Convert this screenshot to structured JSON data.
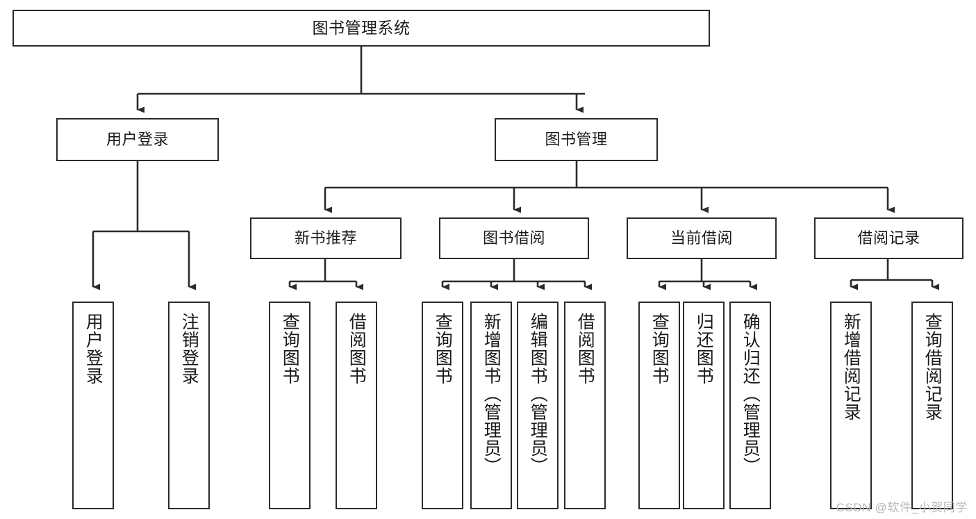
{
  "diagram": {
    "title": "图书管理系统",
    "watermark": "CSDN @软件_小贺同学",
    "line_color": "#2b2b2b",
    "box_fill": "#ffffff",
    "text_color": "#1a1a1a",
    "watermark_color": "#b9b9b9"
  },
  "nodes": {
    "root": {
      "label": "图书管理系统"
    },
    "level2": [
      {
        "label": "用户登录"
      },
      {
        "label": "图书管理"
      }
    ],
    "level3": [
      {
        "label": "新书推荐"
      },
      {
        "label": "图书借阅"
      },
      {
        "label": "当前借阅"
      },
      {
        "label": "借阅记录"
      }
    ],
    "leaves": {
      "user_login": [
        {
          "label": "用户登录"
        },
        {
          "label": "注销登录"
        }
      ],
      "new_book": [
        {
          "label": "查询图书"
        },
        {
          "label": "借阅图书"
        }
      ],
      "book_borrow": [
        {
          "label": "查询图书"
        },
        {
          "label": "新增图书（管理员）"
        },
        {
          "label": "编辑图书（管理员）"
        },
        {
          "label": "借阅图书"
        }
      ],
      "current_borrow": [
        {
          "label": "查询图书"
        },
        {
          "label": "归还图书"
        },
        {
          "label": "确认归还（管理员）"
        }
      ],
      "borrow_record": [
        {
          "label": "新增借阅记录"
        },
        {
          "label": "查询借阅记录"
        }
      ]
    }
  }
}
